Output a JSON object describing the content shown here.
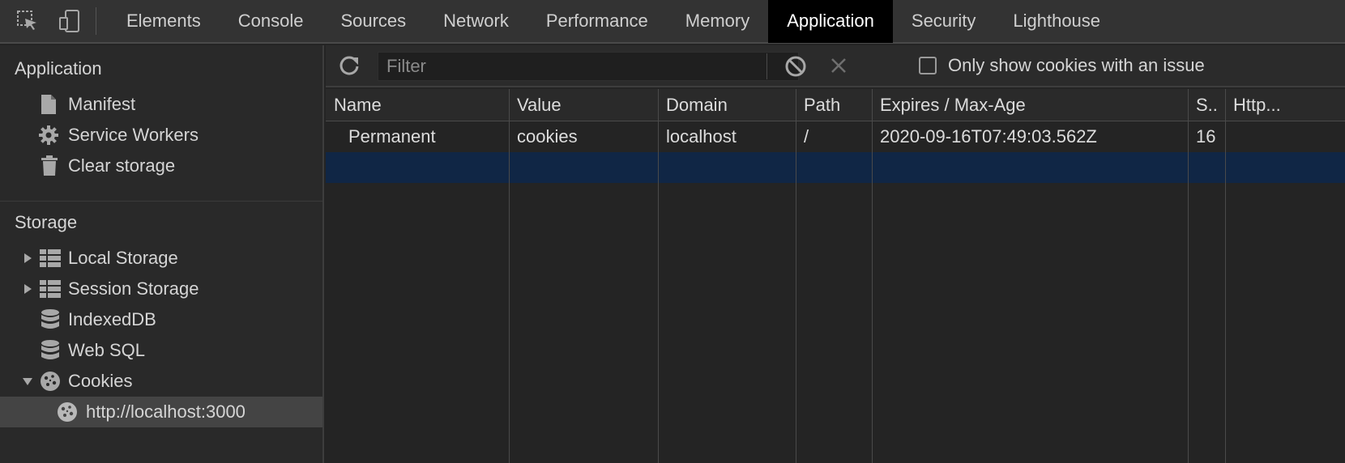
{
  "topbar": {
    "tools": [
      {
        "icon": "inspect-icon"
      },
      {
        "icon": "device-toggle-icon"
      }
    ],
    "tabs": [
      {
        "label": "Elements"
      },
      {
        "label": "Console"
      },
      {
        "label": "Sources"
      },
      {
        "label": "Network"
      },
      {
        "label": "Performance"
      },
      {
        "label": "Memory"
      },
      {
        "label": "Application",
        "active": true
      },
      {
        "label": "Security"
      },
      {
        "label": "Lighthouse"
      }
    ]
  },
  "sidebar": {
    "application_title": "Application",
    "application_items": [
      {
        "label": "Manifest",
        "icon": "file-icon"
      },
      {
        "label": "Service Workers",
        "icon": "gear-icon"
      },
      {
        "label": "Clear storage",
        "icon": "trash-icon"
      }
    ],
    "storage_title": "Storage",
    "storage_items": [
      {
        "label": "Local Storage",
        "icon": "grid-icon",
        "expandable": true,
        "expanded": false
      },
      {
        "label": "Session Storage",
        "icon": "grid-icon",
        "expandable": true,
        "expanded": false
      },
      {
        "label": "IndexedDB",
        "icon": "database-icon"
      },
      {
        "label": "Web SQL",
        "icon": "database-icon"
      },
      {
        "label": "Cookies",
        "icon": "cookie-icon",
        "expandable": true,
        "expanded": true
      },
      {
        "label": "http://localhost:3000",
        "icon": "cookie-icon",
        "selected": true
      }
    ]
  },
  "toolbar": {
    "refresh_icon": "refresh-icon",
    "filter_placeholder": "Filter",
    "clear_all_icon": "block-icon",
    "delete_icon": "close-icon",
    "checkbox_label": "Only show cookies with an issue",
    "checkbox_checked": false
  },
  "table": {
    "columns": [
      "Name",
      "Value",
      "Domain",
      "Path",
      "Expires / Max-Age",
      "S..",
      "Http..."
    ],
    "rows": [
      [
        "Permanent",
        "cookies",
        "localhost",
        "/",
        "2020-09-16T07:49:03.562Z",
        "16",
        ""
      ]
    ],
    "selected_row_empty": true
  },
  "colors": {
    "background": "#242424",
    "tab_active_bg": "#000000",
    "selected_row": "#102645",
    "sidebar_selected": "#444444"
  }
}
